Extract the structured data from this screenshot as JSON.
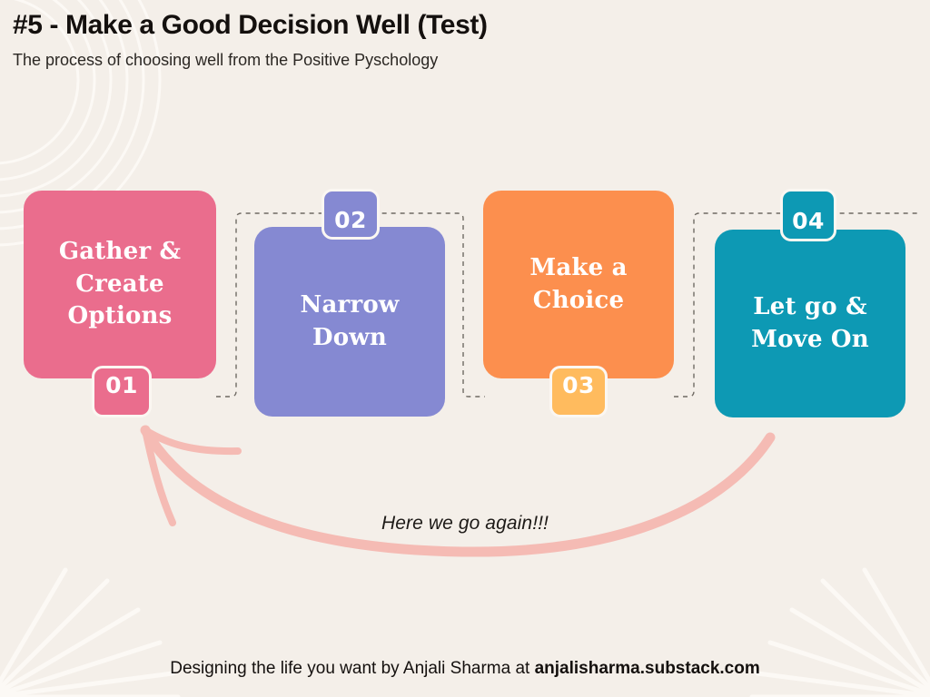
{
  "header": {
    "title": "#5 - Make a Good Decision Well (Test)",
    "subtitle": "The process of choosing well from the Positive Pyschology"
  },
  "colors": {
    "background": "#F4EFE9",
    "deco_line": "#FCF9F5",
    "step1": "#EA6D8D",
    "step2": "#8589D2",
    "step3": "#FC8F4E",
    "step3_badge": "#FFBB5E",
    "step4": "#0D99B4",
    "badge_outline": "#FBF7F2",
    "connector": "#6F6A63",
    "arrow": "#F5BBB4",
    "text_dark": "#14100E",
    "text_light": "#FFFFFF"
  },
  "steps": [
    {
      "number": "01",
      "label": "Gather &\nCreate\nOptions",
      "color": "#EA6D8D",
      "badge_color": "#EA6D8D",
      "badge_position": "below"
    },
    {
      "number": "02",
      "label": "Narrow\nDown",
      "color": "#8589D2",
      "badge_color": "#8589D2",
      "badge_position": "above"
    },
    {
      "number": "03",
      "label": "Make a\nChoice",
      "color": "#FC8F4E",
      "badge_color": "#FFBB5E",
      "badge_position": "below"
    },
    {
      "number": "04",
      "label": "Let go &\nMove On",
      "color": "#0D99B4",
      "badge_color": "#0D99B4",
      "badge_position": "above"
    }
  ],
  "loop": {
    "caption": "Here we go again!!!"
  },
  "footer": {
    "text": "Designing the life you want by Anjali Sharma at ",
    "url": "anjalisharma.substack.com"
  }
}
